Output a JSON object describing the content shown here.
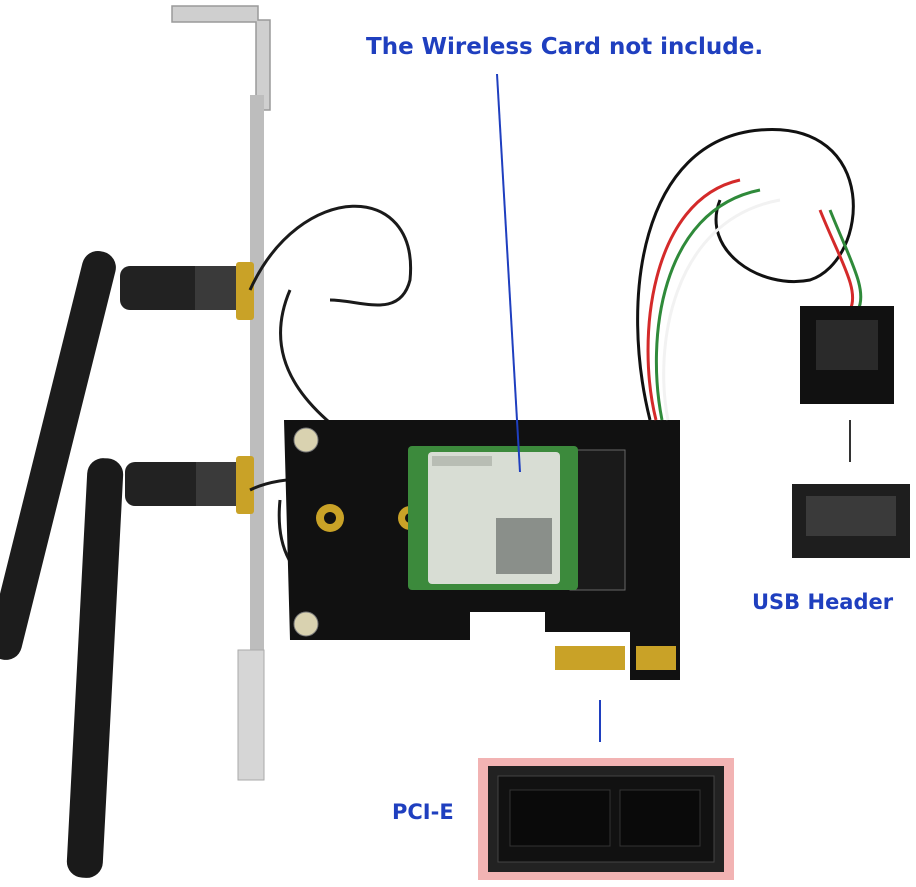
{
  "callouts": {
    "wireless_card": "The Wireless Card not include.",
    "usb_header": "USB Header",
    "pcie": "PCI-E"
  },
  "colors": {
    "callout_text": "#1f3fbf",
    "pcb": "#111111",
    "bracket": "#c9c9c9",
    "antenna": "#1a1a1a",
    "gold": "#c9a227",
    "wifi_card": "#d8ddd4",
    "slot_frame": "#f2b3b3",
    "wire_red": "#d42a2a",
    "wire_green": "#2f8a3a",
    "wire_white": "#f2f2f2"
  },
  "icons": [
    "antenna-icon",
    "sma-connector-icon",
    "usb-header-icon",
    "pcie-slot-icon",
    "wireless-card-icon"
  ]
}
